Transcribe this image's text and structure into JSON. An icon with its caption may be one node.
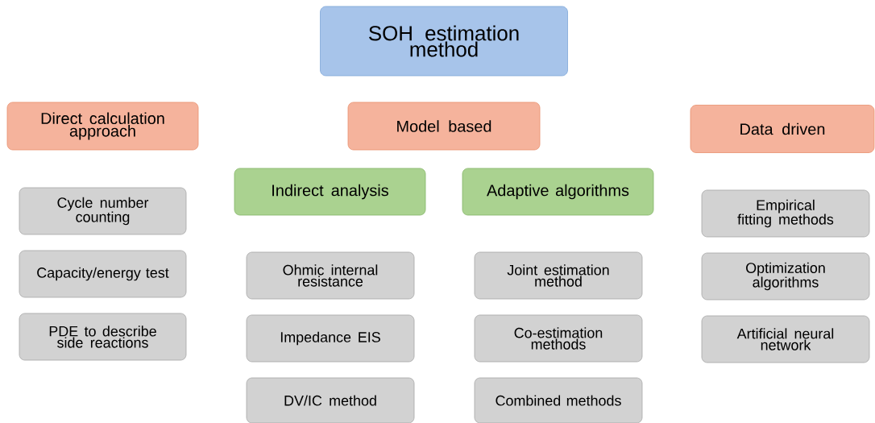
{
  "diagram": {
    "nodes": [
      {
        "text": [
          "SOH estimation method"
        ]
      },
      {
        "text": [
          "Direct calculation approach"
        ]
      },
      {
        "text": [
          "Model based"
        ]
      },
      {
        "text": [
          "Data driven"
        ]
      },
      {
        "text": [
          "Indirect analysis"
        ]
      },
      {
        "text": [
          "Adaptive algorithms"
        ]
      },
      {
        "text": [
          "Cycle number counting"
        ]
      },
      {
        "text": [
          "Empirical fitting methods"
        ]
      },
      {
        "text": [
          "Capacity/energy test"
        ]
      },
      {
        "text": [
          "Ohmic internal resistance"
        ]
      },
      {
        "text": [
          "Joint estimation method"
        ]
      },
      {
        "text": [
          "Optimization algorithms"
        ]
      },
      {
        "text": [
          "PDE to describe side reactions"
        ]
      },
      {
        "text": [
          "Impedance EIS"
        ]
      },
      {
        "text": [
          "Co-estimation methods"
        ]
      },
      {
        "text": [
          "Artificial neural network"
        ]
      },
      {
        "text": [
          "DV/IC method"
        ]
      },
      {
        "text": [
          "Combined methods"
        ]
      }
    ]
  }
}
